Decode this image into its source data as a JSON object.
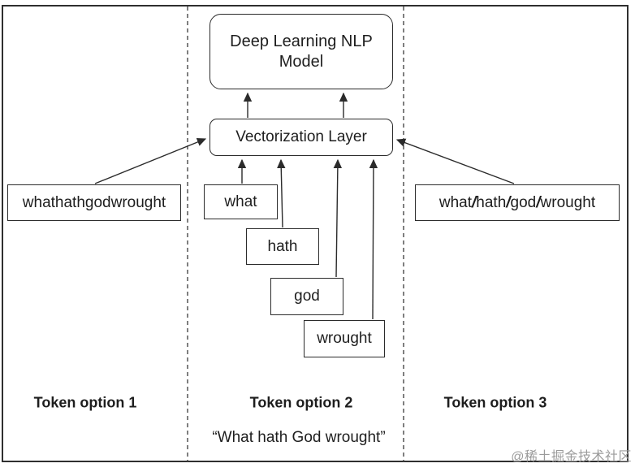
{
  "diagram": {
    "model": {
      "line1": "Deep Learning NLP",
      "line2": "Model"
    },
    "vectorization_label": "Vectorization Layer",
    "option1_token": "whathathgodwrought",
    "option2_tokens": [
      "what",
      "hath",
      "god",
      "wrought"
    ],
    "option3_token": "what/hath/god/wrought",
    "captions": {
      "option1": "Token option 1",
      "option2": "Token option 2",
      "option3": "Token option 3"
    },
    "quote": "“What hath God wrought”",
    "watermark": "@稀土掘金技术社区",
    "colors": {
      "line": "#2b2b2b",
      "background": "#ffffff",
      "watermark": "#9b9b9b"
    }
  }
}
